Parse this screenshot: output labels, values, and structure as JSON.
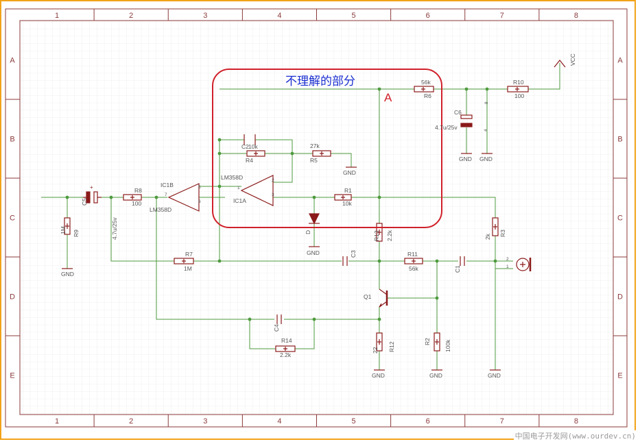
{
  "frame": {
    "columns": [
      "1",
      "2",
      "3",
      "4",
      "5",
      "6",
      "7",
      "8"
    ],
    "rows": [
      "A",
      "B",
      "C",
      "D",
      "E"
    ]
  },
  "annotation": {
    "title": "不理解的部分",
    "marker": "A"
  },
  "supply": {
    "vcc": "VCC"
  },
  "components": {
    "C5": {
      "ref": "C5",
      "value": "4.7u/25v"
    },
    "R9": {
      "ref": "R9",
      "value": "1M"
    },
    "R8": {
      "ref": "R8",
      "value": "100"
    },
    "IC1B": {
      "ref": "IC1B",
      "value": "LM358D",
      "pins": [
        "5",
        "6",
        "7"
      ]
    },
    "C2": {
      "ref": "C2",
      "value": "10k"
    },
    "R4": {
      "ref": "R4",
      "value": ""
    },
    "R5": {
      "ref": "R5",
      "value": "27k"
    },
    "IC1A": {
      "ref": "IC1A",
      "value": "LM358D",
      "pins": [
        "1",
        "2",
        "3"
      ]
    },
    "R1": {
      "ref": "R1",
      "value": "10k"
    },
    "D": {
      "ref": "D",
      "value": ""
    },
    "R6": {
      "ref": "R6",
      "value": "56k"
    },
    "C6": {
      "ref": "C6",
      "value": "4.7u/25v"
    },
    "IC1P": {
      "pins": [
        "8",
        "4"
      ]
    },
    "R10": {
      "ref": "R10",
      "value": "100"
    },
    "R13": {
      "ref": "R13",
      "value": "2.2k"
    },
    "R7": {
      "ref": "R7",
      "value": "1M"
    },
    "C3": {
      "ref": "C3",
      "value": ""
    },
    "R11": {
      "ref": "R11",
      "value": "56k"
    },
    "C1": {
      "ref": "C1",
      "value": ""
    },
    "R3": {
      "ref": "R3",
      "value": "2k"
    },
    "MIC": {
      "pins": [
        "2",
        "1"
      ]
    },
    "Q1": {
      "ref": "Q1",
      "value": ""
    },
    "C4": {
      "ref": "C4",
      "value": ""
    },
    "R14": {
      "ref": "R14",
      "value": "2.2k"
    },
    "R12": {
      "ref": "R12",
      "value": "22"
    },
    "R2": {
      "ref": "R2",
      "value": "100k"
    }
  },
  "gnd_label": "GND",
  "watermark": "中国电子开发网(www.ourdev.cn)",
  "colors": {
    "border_outer": "#f2a31a",
    "frame": "#8b3a3a",
    "grid": "#dcdcdc",
    "wire": "#4e9a3e",
    "component": "#8b1a1a",
    "text": "#555555",
    "highlight": "#d0202a",
    "annotation_text": "#1a2fd0"
  }
}
